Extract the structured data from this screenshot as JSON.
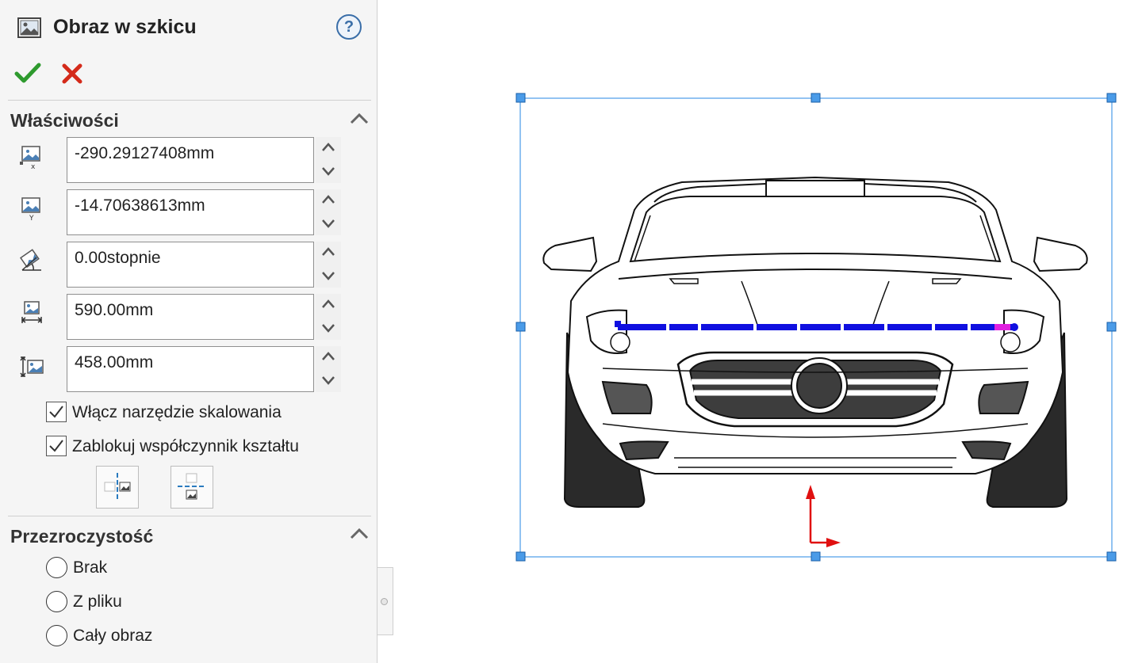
{
  "panel": {
    "title": "Obraz w szkicu",
    "help_icon": "help-icon",
    "ok_icon": "checkmark-icon",
    "cancel_icon": "close-icon"
  },
  "properties": {
    "title": "Właściwości",
    "fields": [
      {
        "icon": "image-x-position-icon",
        "value": "-290.29127408mm"
      },
      {
        "icon": "image-y-position-icon",
        "value": "-14.70638613mm"
      },
      {
        "icon": "image-angle-icon",
        "value": "0.00stopnie"
      },
      {
        "icon": "image-width-icon",
        "value": "590.00mm"
      },
      {
        "icon": "image-height-icon",
        "value": "458.00mm"
      }
    ],
    "checkboxes": [
      {
        "label": "Włącz narzędzie skalowania",
        "checked": true
      },
      {
        "label": "Zablokuj współczynnik kształtu",
        "checked": true
      }
    ],
    "tools": [
      "flip-horizontal-icon",
      "flip-vertical-icon"
    ]
  },
  "transparency": {
    "title": "Przezroczystość",
    "options": [
      {
        "label": "Brak",
        "selected": false
      },
      {
        "label": "Z pliku",
        "selected": false
      },
      {
        "label": "Cały obraz",
        "selected": false
      }
    ]
  },
  "colors": {
    "accent_blue": "#3a6ea8",
    "ok_green": "#2e9a2e",
    "cancel_red": "#d42a1a",
    "selection_handle": "#4a9be8",
    "scale_line": "#1010e0",
    "scale_end": "#e020e0",
    "origin_axis": "#e01010"
  }
}
